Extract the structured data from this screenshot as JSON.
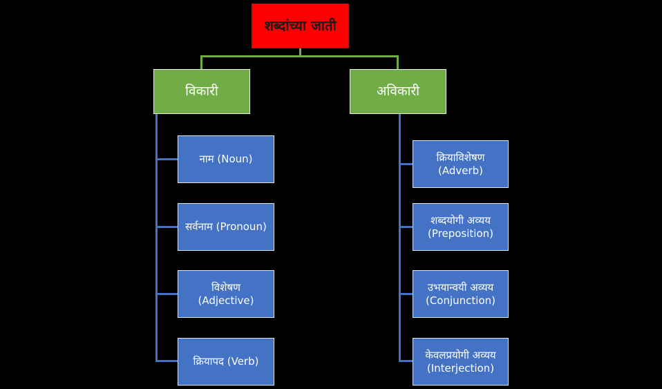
{
  "diagram": {
    "title": "शब्दांच्या जाती",
    "background_color": "#000000",
    "colors": {
      "root_fill": "#ff0000",
      "root_text": "#1a1a1a",
      "level1_fill": "#70ad47",
      "level2_fill": "#4472c4",
      "node_text": "#ffffff",
      "green_connector": "#70ad47",
      "blue_connector": "#4472c4"
    },
    "root": {
      "label": "शब्दांच्या जाती"
    },
    "branches": [
      {
        "label": "विकारी",
        "children": [
          {
            "label": "नाम  (Noun)"
          },
          {
            "label": "सर्वनाम (Pronoun)"
          },
          {
            "label": "विशेषण (Adjective)"
          },
          {
            "label": "क्रियापद  (Verb)"
          }
        ]
      },
      {
        "label": "अविकारी",
        "children": [
          {
            "label": "क्रियाविशेषण  (Adverb)"
          },
          {
            "label": "शब्दयोगी अव्यय (Preposition)"
          },
          {
            "label": "उभयान्वयी अव्यय (Conjunction)"
          },
          {
            "label": "केवलप्रयोगी अव्यय (Interjection)"
          }
        ]
      }
    ]
  }
}
